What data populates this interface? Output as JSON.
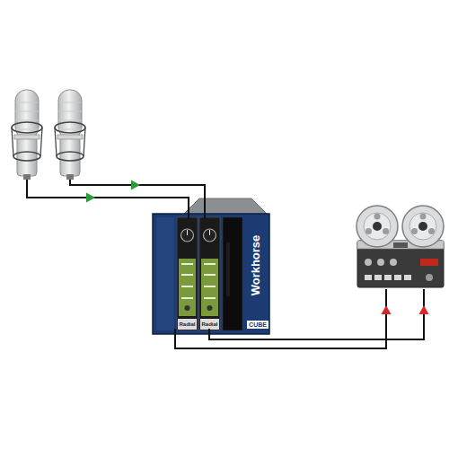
{
  "diagram": {
    "labels": [
      "Workhorse",
      "CUBE",
      "Radial",
      "Radial"
    ]
  }
}
